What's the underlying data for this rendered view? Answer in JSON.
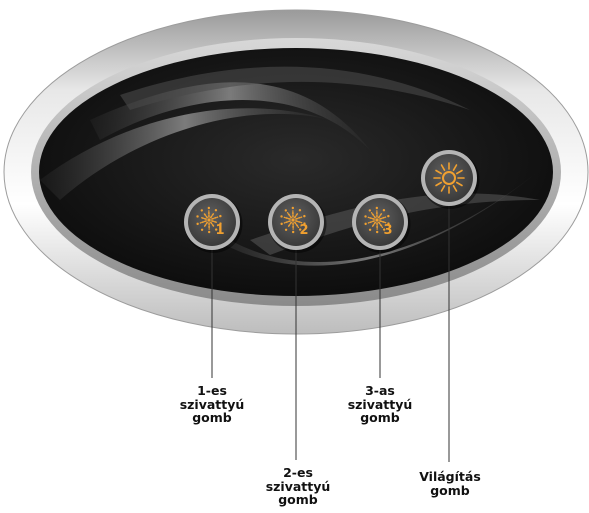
{
  "colors": {
    "icon": "#f0a030",
    "panel_dark": "#141414",
    "button_ring": "#b5b5b5",
    "leader_line": "#333333"
  },
  "buttons": [
    {
      "icon": "pump-spray-icon",
      "number": "1"
    },
    {
      "icon": "pump-spray-icon",
      "number": "2"
    },
    {
      "icon": "pump-spray-icon",
      "number": "3"
    },
    {
      "icon": "sun-light-icon",
      "number": ""
    }
  ],
  "labels": {
    "pump1": [
      "1-es",
      "szivattyú",
      "gomb"
    ],
    "pump2": [
      "2-es",
      "szivattyú",
      "gomb"
    ],
    "pump3": [
      "3-as",
      "szivattyú",
      "gomb"
    ],
    "light": [
      "Világítás",
      "gomb"
    ]
  }
}
